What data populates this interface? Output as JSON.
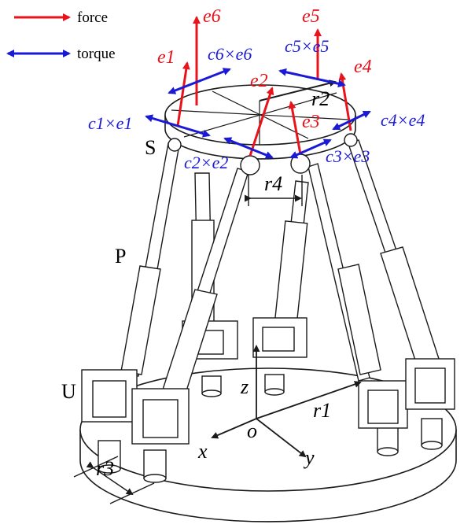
{
  "legend": {
    "force_label": "force",
    "torque_label": "torque"
  },
  "colors": {
    "force": "#e8141b",
    "torque": "#1a1ad6",
    "line": "#1a1a1a"
  },
  "labels": {
    "e6": "e6",
    "e5": "e5",
    "e1": "e1",
    "e2": "e2",
    "e3": "e3",
    "e4": "e4",
    "c6e6": "c6×e6",
    "c5e5": "c5×e5",
    "c1e1": "c1×e1",
    "c2e2": "c2×e2",
    "c3e3": "c3×e3",
    "c4e4": "c4×e4",
    "r1": "r1",
    "r2": "r2",
    "r3": "r3",
    "r4": "r4",
    "S": "S",
    "P": "P",
    "U": "U",
    "x": "x",
    "y": "y",
    "z": "z",
    "o": "o"
  }
}
